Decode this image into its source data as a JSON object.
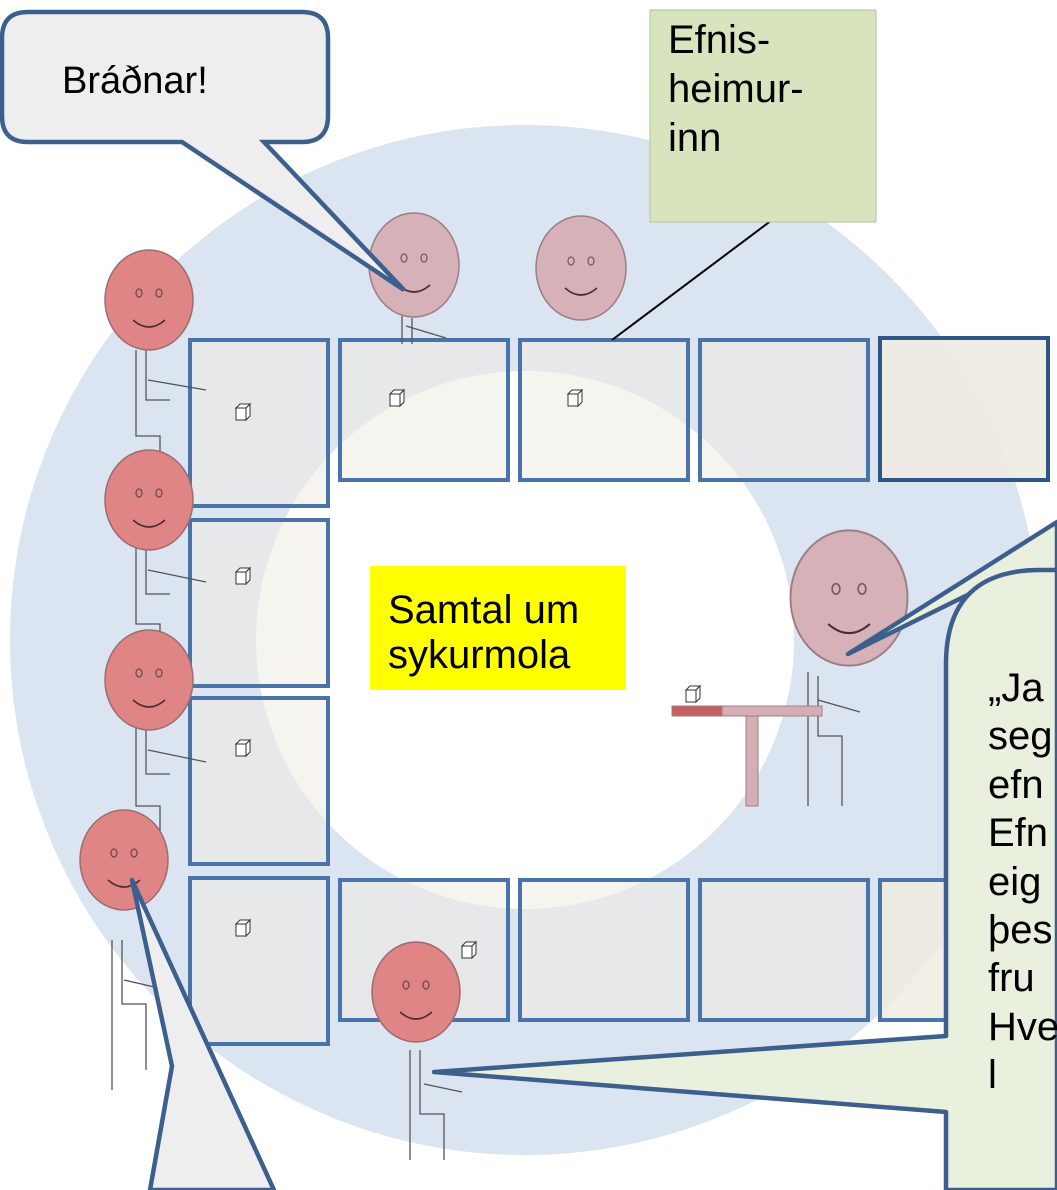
{
  "speech_bradnar": {
    "text": "Bráðnar!"
  },
  "label_efnisheimurinn": {
    "lines": [
      "Efnis-",
      "heimur-",
      "inn"
    ]
  },
  "label_samtal": {
    "lines": [
      "Samtal um",
      "sykurmola"
    ]
  },
  "speech_ja": {
    "lines": [
      "„Ja",
      "seg",
      "efn",
      "Efn",
      "eig",
      "þes",
      "fru",
      "Hve",
      "l"
    ]
  },
  "colors": {
    "halo": "#dce6f2",
    "table_tile": "#eeebe1",
    "tile_border": "#4a74a8",
    "face_red": "#e07e7e",
    "face_mauve": "#d4adb5",
    "label_green": "#d7e4bd",
    "label_yellow": "#ffff00",
    "bubble_gray": "#eeeeee",
    "bubble_green": "#eaf0de",
    "bubble_border": "#3c5f8d"
  }
}
